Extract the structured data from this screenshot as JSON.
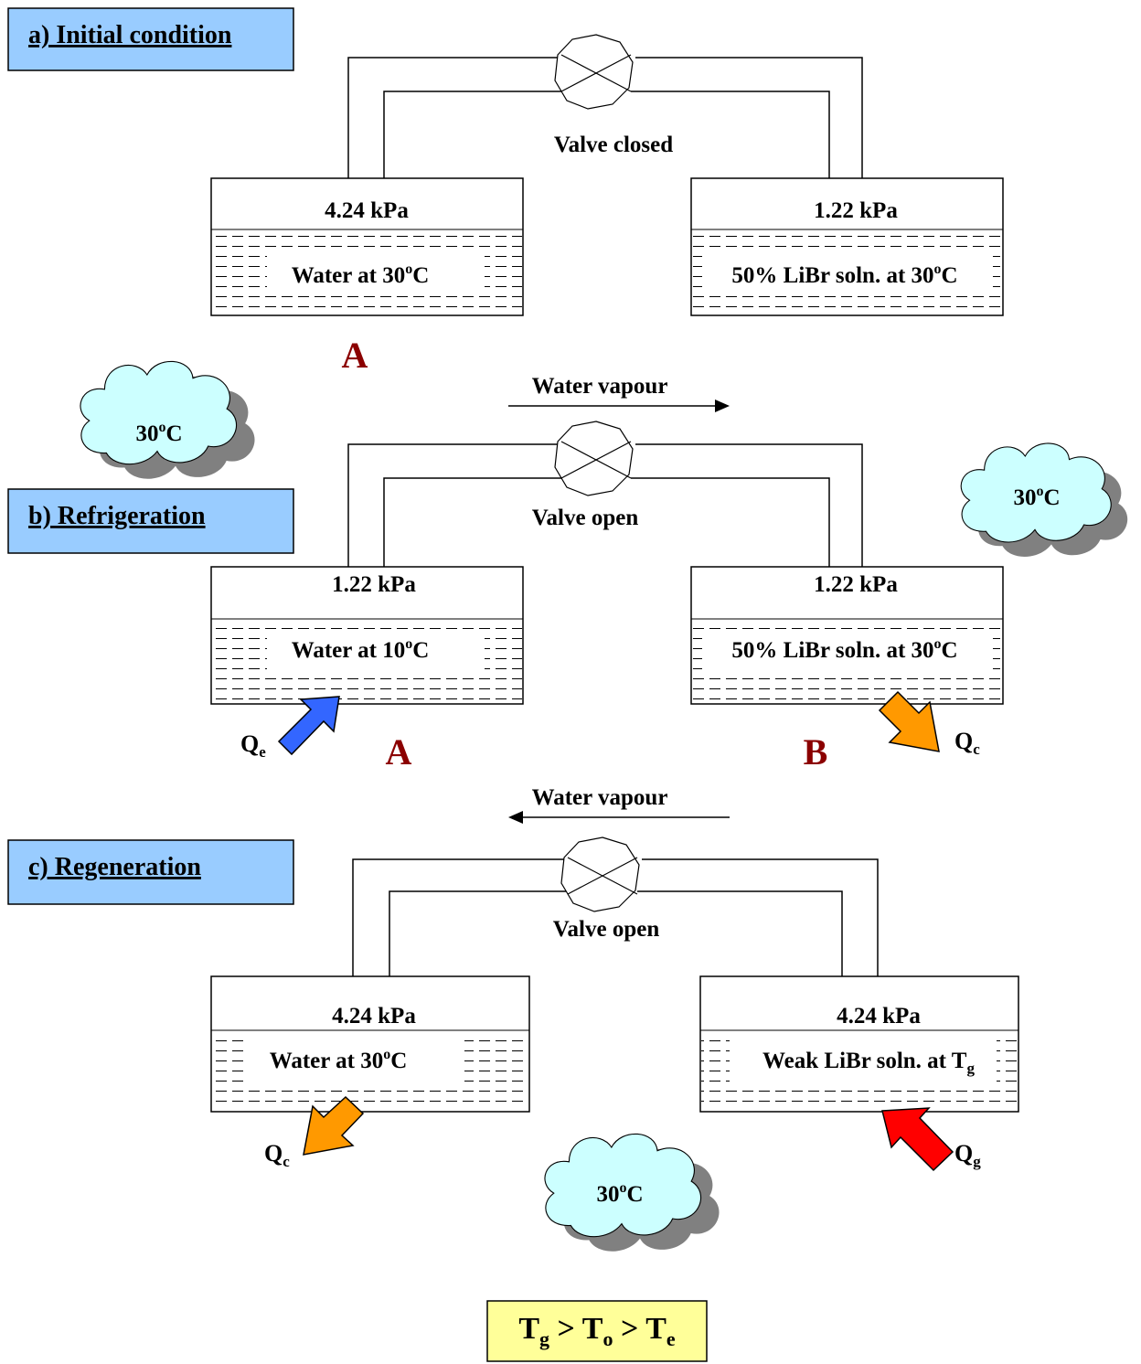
{
  "sections": {
    "a": "a) Initial condition",
    "b": "b) Refrigeration",
    "c": "c) Regeneration"
  },
  "panel_a": {
    "valve": "Valve closed",
    "left_pressure": "4.24 kPa",
    "right_pressure": "1.22 kPa",
    "left_liquid_pre": "Water at 30",
    "left_liquid_sup": "o",
    "left_liquid_post": "C",
    "right_liquid_pre": "50% LiBr soln. at 30",
    "right_liquid_sup": "o",
    "right_liquid_post": "C",
    "label_A": "A"
  },
  "panel_b": {
    "vapour": "Water vapour",
    "valve": "Valve open",
    "left_pressure": "1.22 kPa",
    "right_pressure": "1.22 kPa",
    "left_liquid_pre": "Water at 10",
    "left_liquid_sup": "o",
    "left_liquid_post": "C",
    "right_liquid_pre": "50% LiBr soln. at 30",
    "right_liquid_sup": "o",
    "right_liquid_post": "C",
    "label_A": "A",
    "label_B": "B",
    "qe_main": "Q",
    "qe_sub": "e",
    "qc_main": "Q",
    "qc_sub": "c",
    "cloud_left_pre": "30",
    "cloud_left_sup": "o",
    "cloud_left_post": "C",
    "cloud_right_pre": "30",
    "cloud_right_sup": "o",
    "cloud_right_post": "C"
  },
  "panel_c": {
    "vapour": "Water vapour",
    "valve": "Valve open",
    "left_pressure": "4.24 kPa",
    "right_pressure": "4.24 kPa",
    "left_liquid_pre": "Water at 30",
    "left_liquid_sup": "o",
    "left_liquid_post": "C",
    "right_liquid_pre": "Weak LiBr soln. at  T",
    "right_liquid_sub": "g",
    "qc_main": "Q",
    "qc_sub": "c",
    "qg_main": "Q",
    "qg_sub": "g",
    "cloud_pre": "30",
    "cloud_sup": "o",
    "cloud_post": "C"
  },
  "formula": {
    "t1": "T",
    "s1": "g",
    "gt1": " > ",
    "t2": "T",
    "s2": "o",
    "gt2": " > ",
    "t3": "T",
    "s3": "e"
  },
  "colors": {
    "section_box": "#99ccff",
    "cloud": "#ccffff",
    "cloud_shadow": "#808080",
    "formula_box": "#ffff99",
    "arrow_blue": "#3366ff",
    "arrow_orange": "#ff9900",
    "arrow_red": "#ff0000",
    "letter": "#8b0000"
  }
}
